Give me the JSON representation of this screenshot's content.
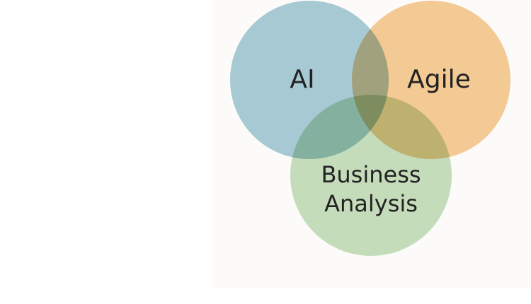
{
  "sets": [
    {
      "label": "AI",
      "color": "#a9cdd8"
    },
    {
      "label": "Agile",
      "color": "#f6cc98"
    },
    {
      "label_lines": [
        "Business",
        "Analysis"
      ],
      "color": "#c8e0c0"
    }
  ]
}
